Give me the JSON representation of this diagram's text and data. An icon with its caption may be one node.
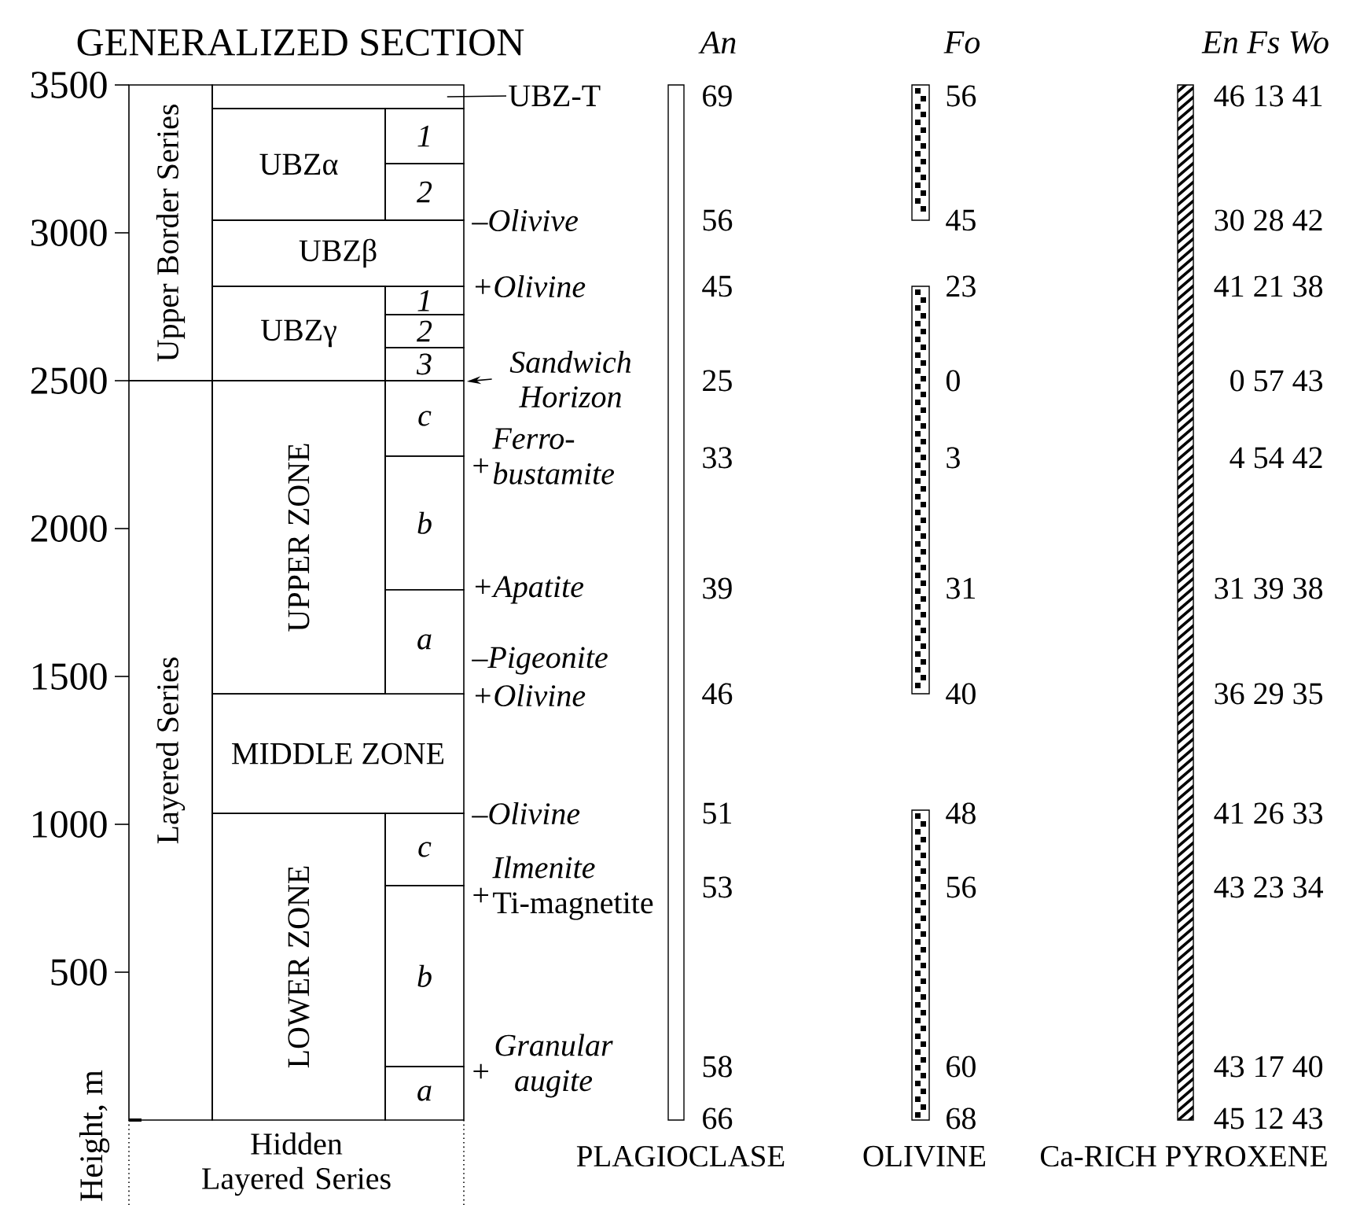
{
  "diagram": {
    "title": "GENERALIZED SECTION",
    "nodes": [
      {
        "text": [
          "Upper Border Series"
        ]
      },
      {
        "text": [
          "Layered Series"
        ]
      },
      {
        "text": [],
        "shape": "box"
      },
      {
        "text": [
          "UBZα"
        ]
      },
      {
        "text": [
          "1"
        ]
      },
      {
        "text": [
          "2"
        ]
      },
      {
        "text": [
          "UBZβ"
        ]
      },
      {
        "text": [
          "UBZγ"
        ]
      },
      {
        "text": [
          "1"
        ]
      },
      {
        "text": [
          "2"
        ]
      },
      {
        "text": [
          "3"
        ]
      },
      {
        "text": [
          "UPPER ZONE"
        ]
      },
      {
        "text": [
          "c"
        ]
      },
      {
        "text": [
          "b"
        ]
      },
      {
        "text": [
          "a"
        ]
      },
      {
        "text": [
          "MIDDLE ZONE"
        ]
      },
      {
        "text": [
          "LOWER ZONE"
        ]
      },
      {
        "text": [
          "c"
        ]
      },
      {
        "text": [
          "b"
        ]
      },
      {
        "text": [
          "a"
        ]
      },
      {
        "text": [
          "Hidden Layered Series"
        ]
      },
      {
        "text": [
          "UBZ-T"
        ]
      },
      {
        "text": [
          "Sandwich Horizon"
        ]
      }
    ],
    "edges": [
      {
        "from": 21,
        "to": 2,
        "arrow": "none"
      },
      {
        "from": 22,
        "to": 10,
        "arrow": "to"
      }
    ],
    "labels": [
      "3500",
      "3000",
      "2500",
      "2000",
      "1500",
      "1000",
      "500",
      "Height, m",
      "An",
      "Fo",
      "En Fs Wo",
      "–Olivive",
      "+Olivine",
      "+",
      "Ferro-bustamite",
      "+Apatite",
      "–Pigeonite",
      "+Olivine",
      "–Olivine",
      "+",
      "*Ilmenite* Ti-magnetite",
      "+",
      "Granular augite",
      "69",
      "56",
      "46 13 41",
      "56",
      "45",
      "30 28 42",
      "45",
      "23",
      "41 21 38",
      "25",
      "0",
      "0 57 43",
      "33",
      "3",
      "4 54 42",
      "39",
      "31",
      "31 39 38",
      "46",
      "40",
      "36 29 35",
      "51",
      "48",
      "41 26 33",
      "53",
      "56",
      "43 23 34",
      "58",
      "60",
      "43 17 40",
      "66",
      "68",
      "45 12 43",
      "PLAGIOCLASE",
      "OLIVINE",
      "Ca-RICH PYROXENE"
    ]
  }
}
